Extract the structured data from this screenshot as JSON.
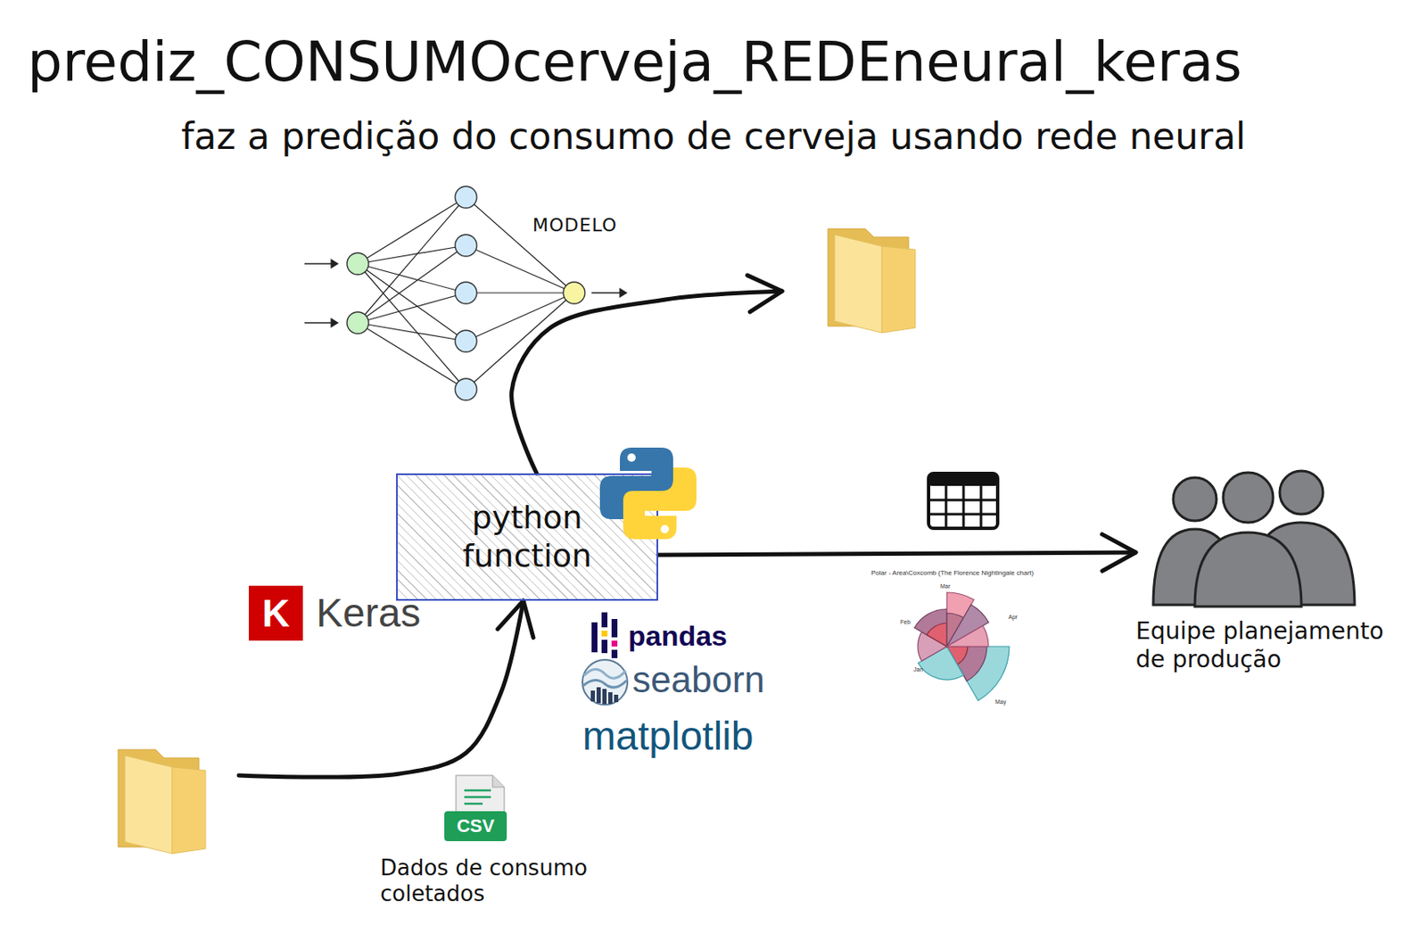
{
  "diagram": {
    "title": "prediz_CONSUMOcerveja_REDEneural_keras",
    "nodes": [
      {
        "text": [
          "MODELO"
        ]
      },
      {
        "text": [
          "python function"
        ]
      },
      {
        "text": [
          "Dados de consumo coletados"
        ]
      },
      {
        "text": [
          "Equipe planejamento de produção"
        ]
      }
    ],
    "edges": [
      {
        "from": 2,
        "to": 1,
        "arrow": "to"
      },
      {
        "from": 1,
        "to": 0,
        "arrow": "to"
      },
      {
        "from": 1,
        "to": 3,
        "arrow": "to"
      }
    ],
    "labels": [
      "faz a predição do consumo de cerveja usando rede neural",
      "K",
      "Keras",
      "pandas",
      "seaborn",
      "matplotlib",
      "CSV",
      "Polar - Area\\Coxcomb (The Florence Nightingale chart)",
      "Mar",
      "Apr",
      "Feb",
      "Jan",
      "May"
    ]
  }
}
